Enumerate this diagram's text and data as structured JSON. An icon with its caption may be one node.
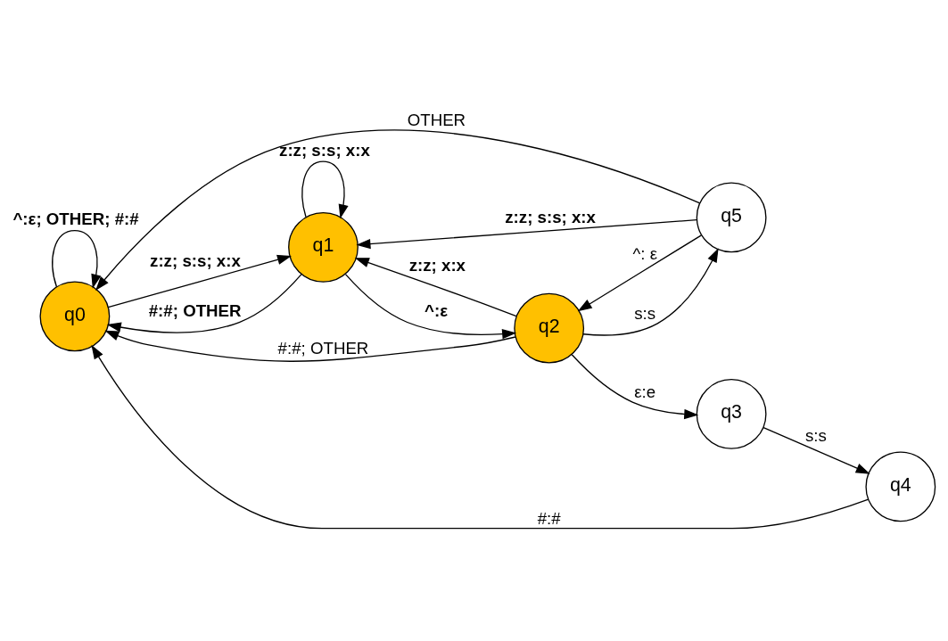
{
  "diagram": {
    "nodes": [
      {
        "text": [
          "q0"
        ]
      },
      {
        "text": [
          "q1"
        ]
      },
      {
        "text": [
          "q2"
        ]
      },
      {
        "text": [
          "q3"
        ]
      },
      {
        "text": [
          "q4"
        ]
      },
      {
        "text": [
          "q5"
        ]
      }
    ],
    "edges": [
      {
        "from": 0,
        "to": 0,
        "arrow": "to",
        "label": "^:ε; OTHER; #:#"
      },
      {
        "from": 0,
        "to": 1,
        "arrow": "to",
        "label": "z:z; s:s; x:x"
      },
      {
        "from": 1,
        "to": 0,
        "arrow": "to",
        "label": "#:#; OTHER"
      },
      {
        "from": 1,
        "to": 1,
        "arrow": "to",
        "label": "z:z; s:s; x:x"
      },
      {
        "from": 1,
        "to": 2,
        "arrow": "to",
        "label": "^:ε"
      },
      {
        "from": 2,
        "to": 1,
        "arrow": "to",
        "label": "z:z; x:x"
      },
      {
        "from": 2,
        "to": 0,
        "arrow": "to",
        "label": "#:#; OTHER"
      },
      {
        "from": 2,
        "to": 5,
        "arrow": "to",
        "label": "s:s"
      },
      {
        "from": 5,
        "to": 2,
        "arrow": "to",
        "label": "^: ε"
      },
      {
        "from": 5,
        "to": 1,
        "arrow": "to",
        "label": "z:z; s:s; x:x"
      },
      {
        "from": 5,
        "to": 0,
        "arrow": "to",
        "label": "OTHER"
      },
      {
        "from": 2,
        "to": 3,
        "arrow": "to",
        "label": "ε:e"
      },
      {
        "from": 3,
        "to": 4,
        "arrow": "to",
        "label": "s:s"
      },
      {
        "from": 4,
        "to": 0,
        "arrow": "to",
        "label": "#:#"
      }
    ]
  }
}
